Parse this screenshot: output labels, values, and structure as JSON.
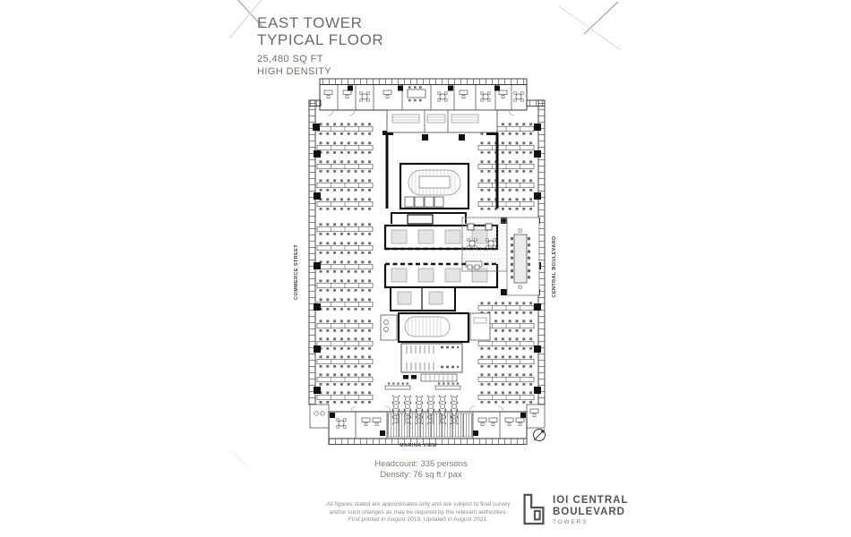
{
  "title": {
    "line1": "EAST TOWER",
    "line2": "TYPICAL FLOOR",
    "area": "25,480 SQ FT",
    "density_class": "HIGH DENSITY"
  },
  "plan_labels": {
    "left_street": "COMMERCE STREET",
    "right_street": "CENTRAL BOULEVARD",
    "bottom_street": "MARINA VIEW"
  },
  "stats": {
    "headcount": "Headcount: 335 persons",
    "density": "Density: 76 sq ft / pax"
  },
  "disclaimer": [
    "All figures stated are approximates only and are subject to final survey",
    "and/or such changes as may be required by the relevant authorities.",
    "First printed in August 2019. Updated in August 2021."
  ],
  "logo": {
    "line1": "IOI CENTRAL",
    "line2": "BOULEVARD",
    "line3": "TOWERS"
  },
  "icons": {
    "compass": "north-compass-icon",
    "logo_mark": "towers-building-icon",
    "corner_marks": "diagonal-fold-mark"
  },
  "colors": {
    "title_text": "#6c6c66",
    "plan_wall": "#1c1c1c",
    "furniture_line": "#666666",
    "meeting_table_fill": "#e4e4e4",
    "label_text": "#3f3f3b",
    "stats_text": "#7a7a74",
    "disclaimer_text": "#8c8c86",
    "logo_text": "#515257"
  }
}
